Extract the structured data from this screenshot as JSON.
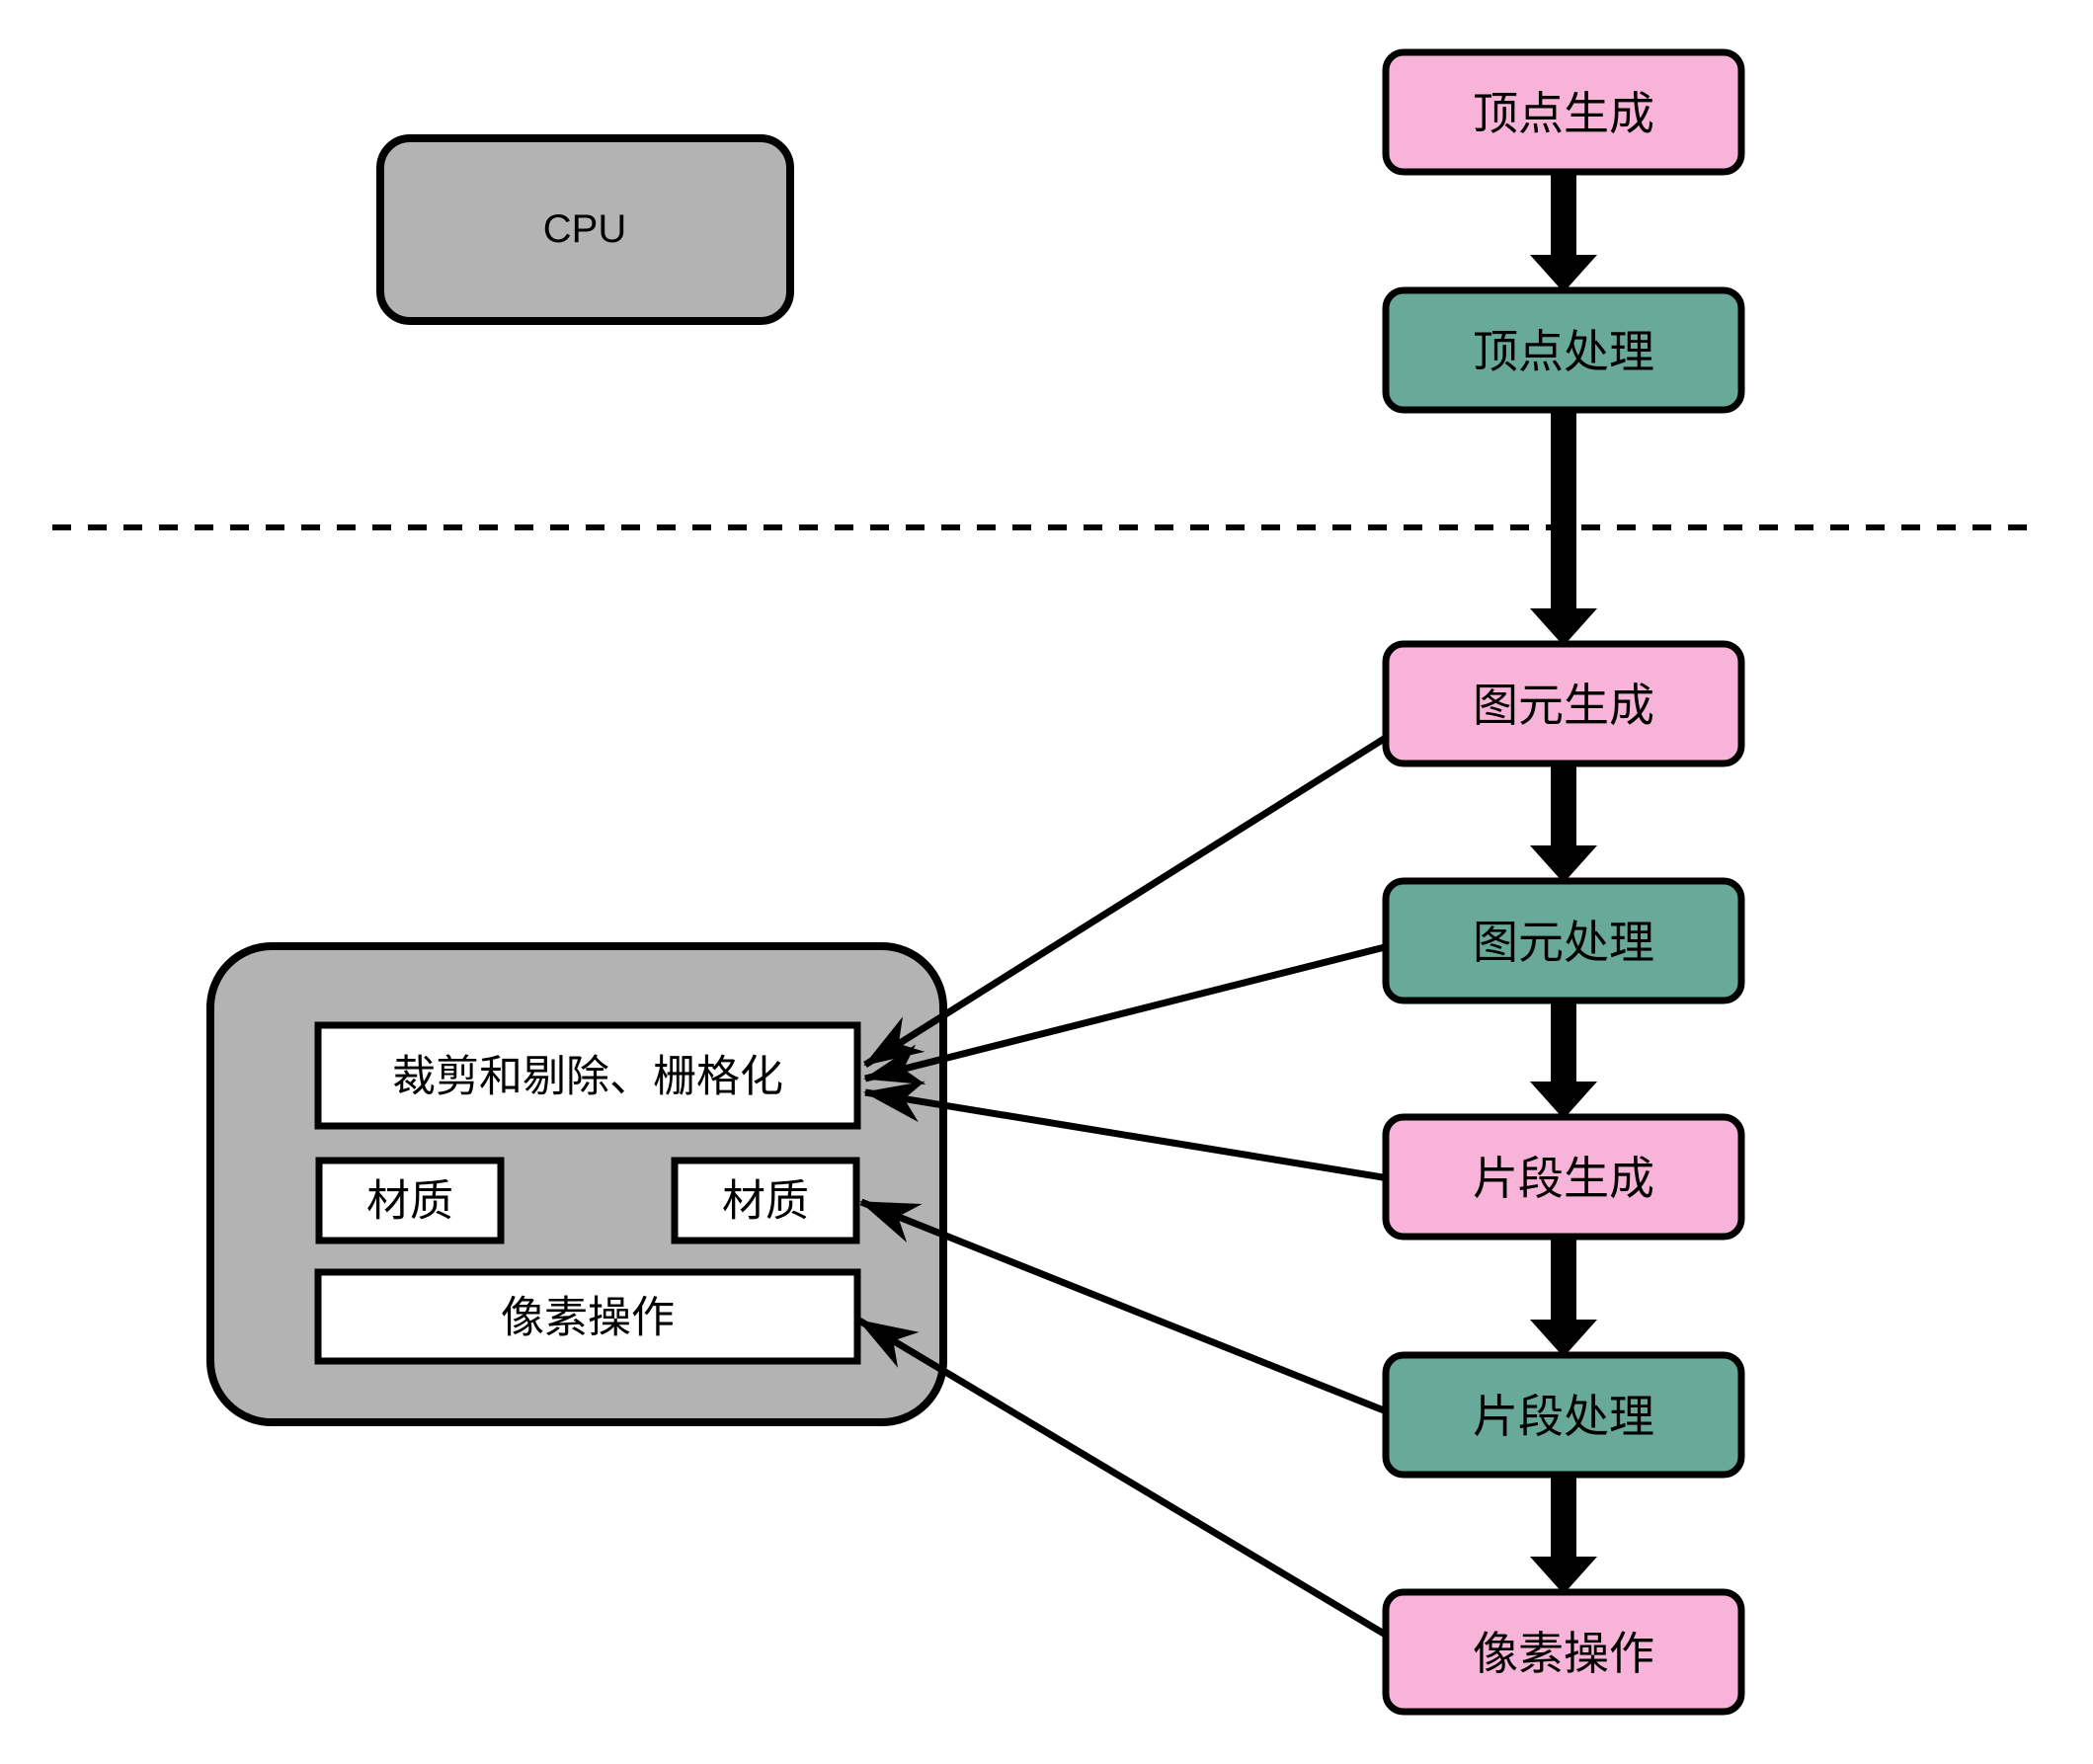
{
  "colors": {
    "pink": "#F8B4D8",
    "teal": "#68A99A",
    "gray": "#B3B3B3",
    "white": "#FFFFFF",
    "line": "#000000"
  },
  "cpu_box": {
    "label": "CPU"
  },
  "pipeline": {
    "boxes": [
      {
        "label": "顶点生成"
      },
      {
        "label": "顶点处理"
      },
      {
        "label": "图元生成"
      },
      {
        "label": "图元处理"
      },
      {
        "label": "片段生成"
      },
      {
        "label": "片段处理"
      },
      {
        "label": "像素操作"
      }
    ]
  },
  "gpu_block": {
    "clip_cull_raster_label": "裁剪和剔除、栅格化",
    "texture_left_label": "材质",
    "texture_right_label": "材质",
    "pixel_ops_label": "像素操作"
  }
}
